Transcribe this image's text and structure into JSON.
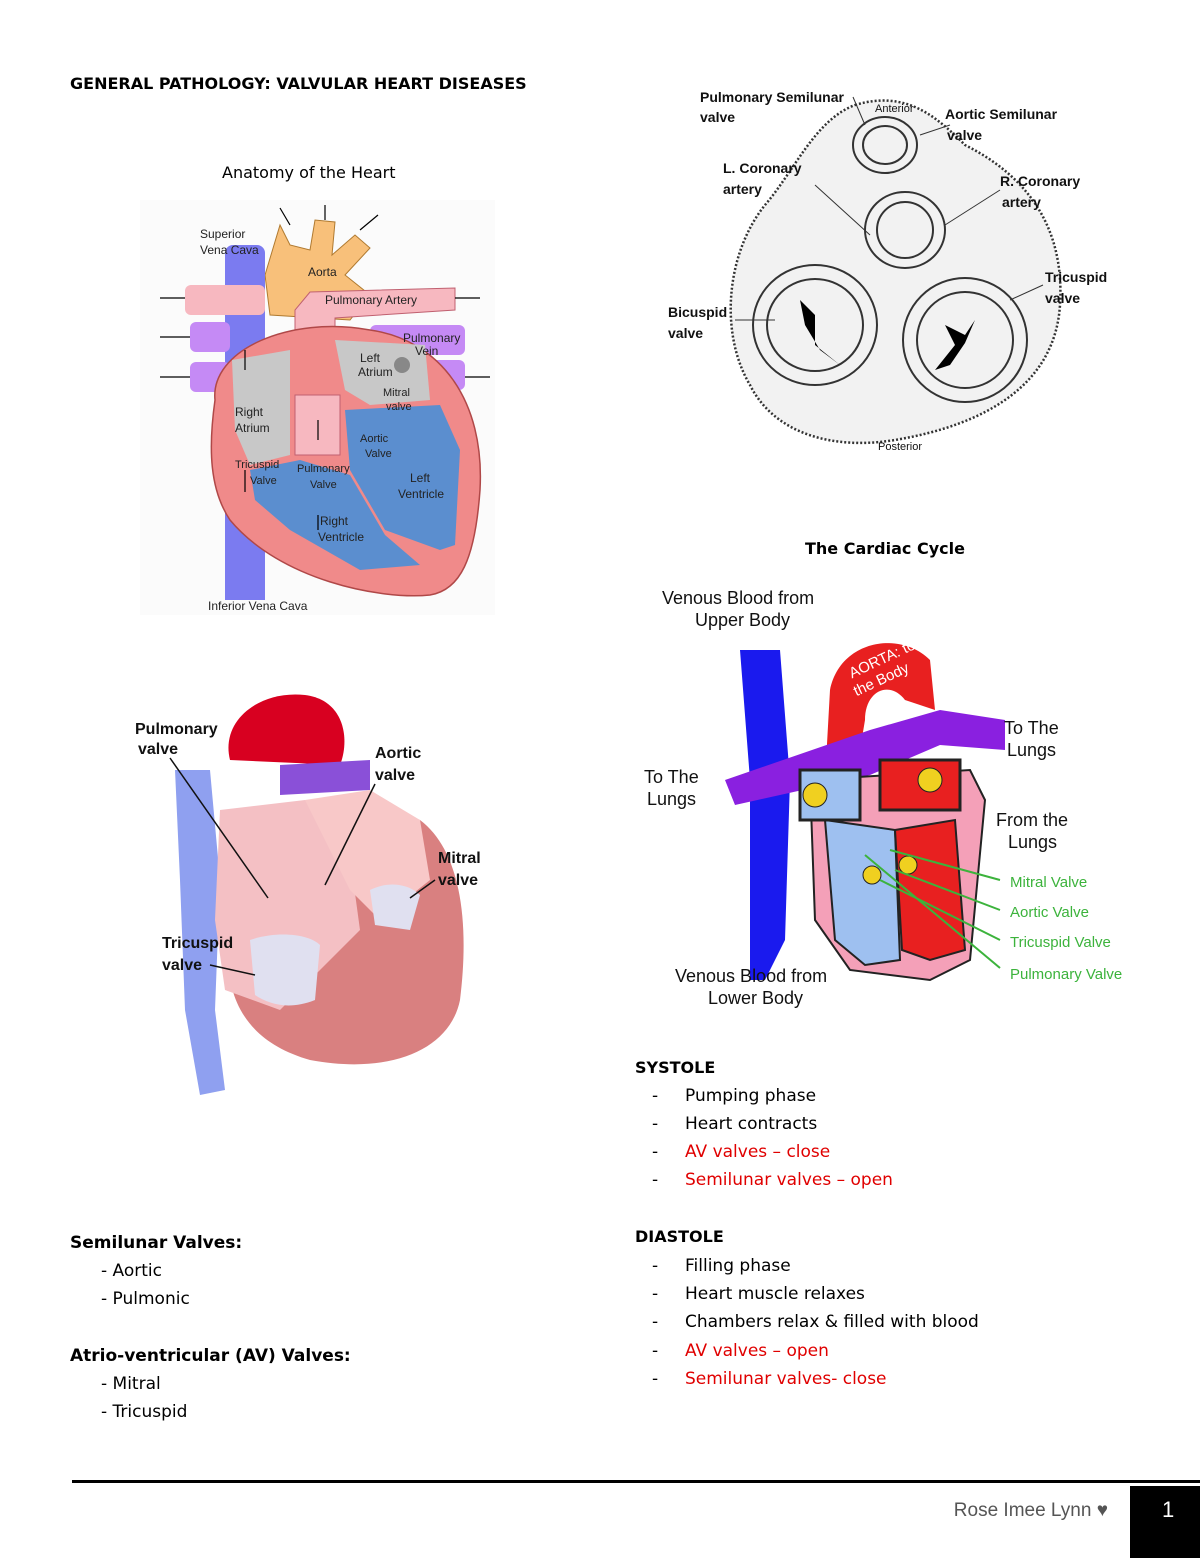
{
  "document_title": "GENERAL PATHOLOGY: VALVULAR HEART DISEASES",
  "figure1": {
    "caption": "Anatomy of the Heart",
    "labels": {
      "superior": "Superior",
      "vena_cava": "Vena Cava",
      "aorta": "Aorta",
      "pulmonary_artery": "Pulmonary Artery",
      "pulmonary": "Pulmonary",
      "vein": "Vein",
      "left": "Left",
      "atrium": "Atrium",
      "mitral": "Mitral",
      "valve": "valve",
      "right": "Right",
      "atrium2": "Atrium",
      "aortic": "Aortic",
      "valve2": "Valve",
      "tricuspid": "Tricuspid",
      "valve3": "Valve",
      "pulmonary2": "Pulmonary",
      "valve4": "Valve",
      "left2": "Left",
      "ventricle": "Ventricle",
      "right2": "Right",
      "ventricle2": "Ventricle",
      "inferior_vena_cava": "Inferior Vena Cava"
    },
    "colors": {
      "vena_cava": "#7b7bf0",
      "aorta": "#f8c07a",
      "pulmonary": "#f7b8c0",
      "vein": "#c58af5",
      "atrium": "#c8c8c8",
      "ventricle": "#5b8ecf",
      "wall": "#f08a8a"
    }
  },
  "figure2": {
    "labels": {
      "pulmonary_valve_1": "Pulmonary",
      "pulmonary_valve_2": "valve",
      "aortic_valve_1": "Aortic",
      "aortic_valve_2": "valve",
      "mitral_valve_1": "Mitral",
      "mitral_valve_2": "valve",
      "tricuspid_valve_1": "Tricuspid",
      "tricuspid_valve_2": "valve"
    }
  },
  "figure3": {
    "labels": {
      "pulm_semilunar_1": "Pulmonary Semilunar",
      "pulm_semilunar_2": "valve",
      "anterior": "Anterior",
      "aortic_semilunar_1": "Aortic Semilunar",
      "aortic_semilunar_2": "valve",
      "l_coronary_1": "L. Coronary",
      "l_coronary_2": "artery",
      "r_coronary_1": "R. Coronary",
      "r_coronary_2": "artery",
      "tricuspid_1": "Tricuspid",
      "tricuspid_2": "valve",
      "bicuspid_1": "Bicuspid",
      "bicuspid_2": "valve",
      "posterior": "Posterior"
    }
  },
  "figure4": {
    "caption": "The Cardiac Cycle",
    "labels": {
      "venous_upper_1": "Venous Blood from",
      "venous_upper_2": "Upper Body",
      "aorta_1": "AORTA: to",
      "aorta_2": "the Body",
      "to_lungs_right_1": "To The",
      "to_lungs_right_2": "Lungs",
      "to_lungs_left_1": "To The",
      "to_lungs_left_2": "Lungs",
      "from_lungs_1": "From the",
      "from_lungs_2": "Lungs",
      "mitral_valve": "Mitral Valve",
      "aortic_valve": "Aortic Valve",
      "tricuspid_valve": "Tricuspid Valve",
      "pulmonary_valve": "Pulmonary Valve",
      "venous_lower_1": "Venous Blood from",
      "venous_lower_2": "Lower Body"
    },
    "colors": {
      "valve_label": "#3cb33c"
    }
  },
  "valves": {
    "semilunar_heading": "Semilunar Valves:",
    "semilunar_items": [
      "- Aortic",
      "- Pulmonic"
    ],
    "av_heading": "Atrio-ventricular (AV) Valves:",
    "av_items": [
      "- Mitral",
      "- Tricuspid"
    ]
  },
  "systole": {
    "heading": "SYSTOLE",
    "items": [
      "Pumping phase",
      "Heart contracts",
      "AV valves – close",
      "Semilunar valves – open"
    ]
  },
  "diastole": {
    "heading": "DIASTOLE",
    "items": [
      "Filling phase",
      "Heart muscle relaxes",
      "Chambers relax & filled with blood",
      "AV valves – open",
      "Semilunar valves- close"
    ]
  },
  "list_dash": "-",
  "footer": {
    "author": "Rose Imee Lynn ♥",
    "page_number": "1"
  },
  "highlight_color": "#e00000"
}
